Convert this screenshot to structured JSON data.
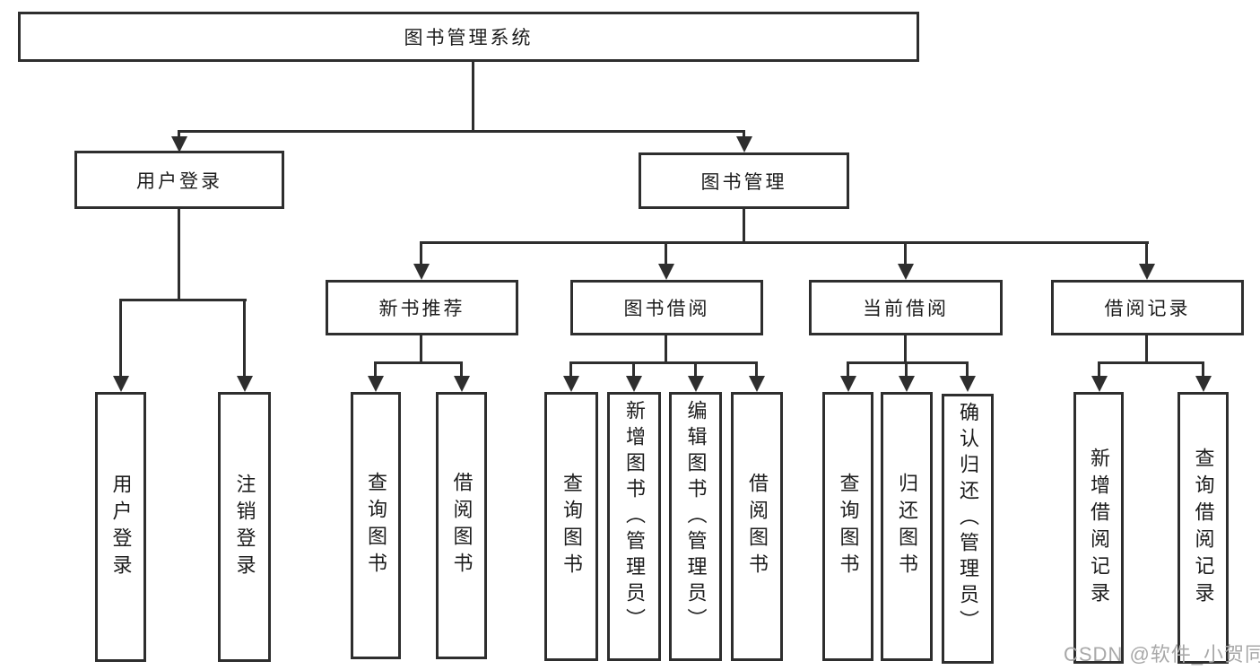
{
  "tree": {
    "root": {
      "label": "图书管理系统",
      "children": [
        {
          "label": "用户登录",
          "children": [
            {
              "label": "用户登录"
            },
            {
              "label": "注销登录"
            }
          ]
        },
        {
          "label": "图书管理",
          "children": [
            {
              "label": "新书推荐",
              "children": [
                {
                  "label": "查询图书"
                },
                {
                  "label": "借阅图书"
                }
              ]
            },
            {
              "label": "图书借阅",
              "children": [
                {
                  "label": "查询图书"
                },
                {
                  "label": "新增图书（管理员）"
                },
                {
                  "label": "编辑图书（管理员）"
                },
                {
                  "label": "借阅图书"
                }
              ]
            },
            {
              "label": "当前借阅",
              "children": [
                {
                  "label": "查询图书"
                },
                {
                  "label": "归还图书"
                },
                {
                  "label": "确认归还（管理员）"
                }
              ]
            },
            {
              "label": "借阅记录",
              "children": [
                {
                  "label": "新增借阅记录"
                },
                {
                  "label": "查询借阅记录"
                }
              ]
            }
          ]
        }
      ]
    }
  },
  "watermark": {
    "text": "CSDN @软件_小贺同学"
  },
  "colors": {
    "line": "#2e2e2e",
    "text": "#1c1c1c",
    "watermark": "#a8a8a8",
    "background": "#ffffff"
  }
}
